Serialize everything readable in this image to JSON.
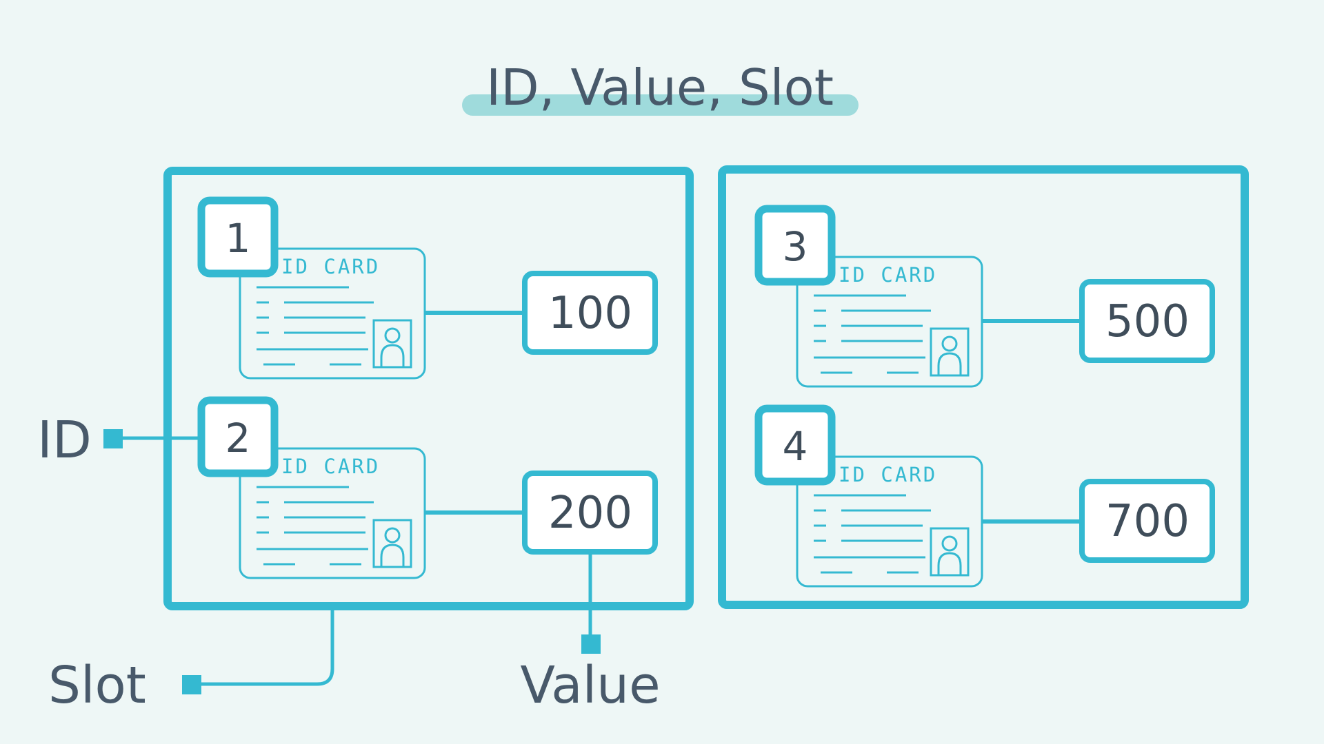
{
  "title": "ID, Value, Slot",
  "labels": {
    "id": "ID",
    "slot": "Slot",
    "value": "Value"
  },
  "card_label": "ID CARD",
  "slots": [
    {
      "entries": [
        {
          "id": "1",
          "value": "100"
        },
        {
          "id": "2",
          "value": "200"
        }
      ]
    },
    {
      "entries": [
        {
          "id": "3",
          "value": "500"
        },
        {
          "id": "4",
          "value": "700"
        }
      ]
    }
  ],
  "colors": {
    "background": "#eef7f6",
    "accent": "#34b9d1",
    "title_highlight": "#9fdbdc",
    "text": "#48596a",
    "box_fill": "#ffffff"
  }
}
